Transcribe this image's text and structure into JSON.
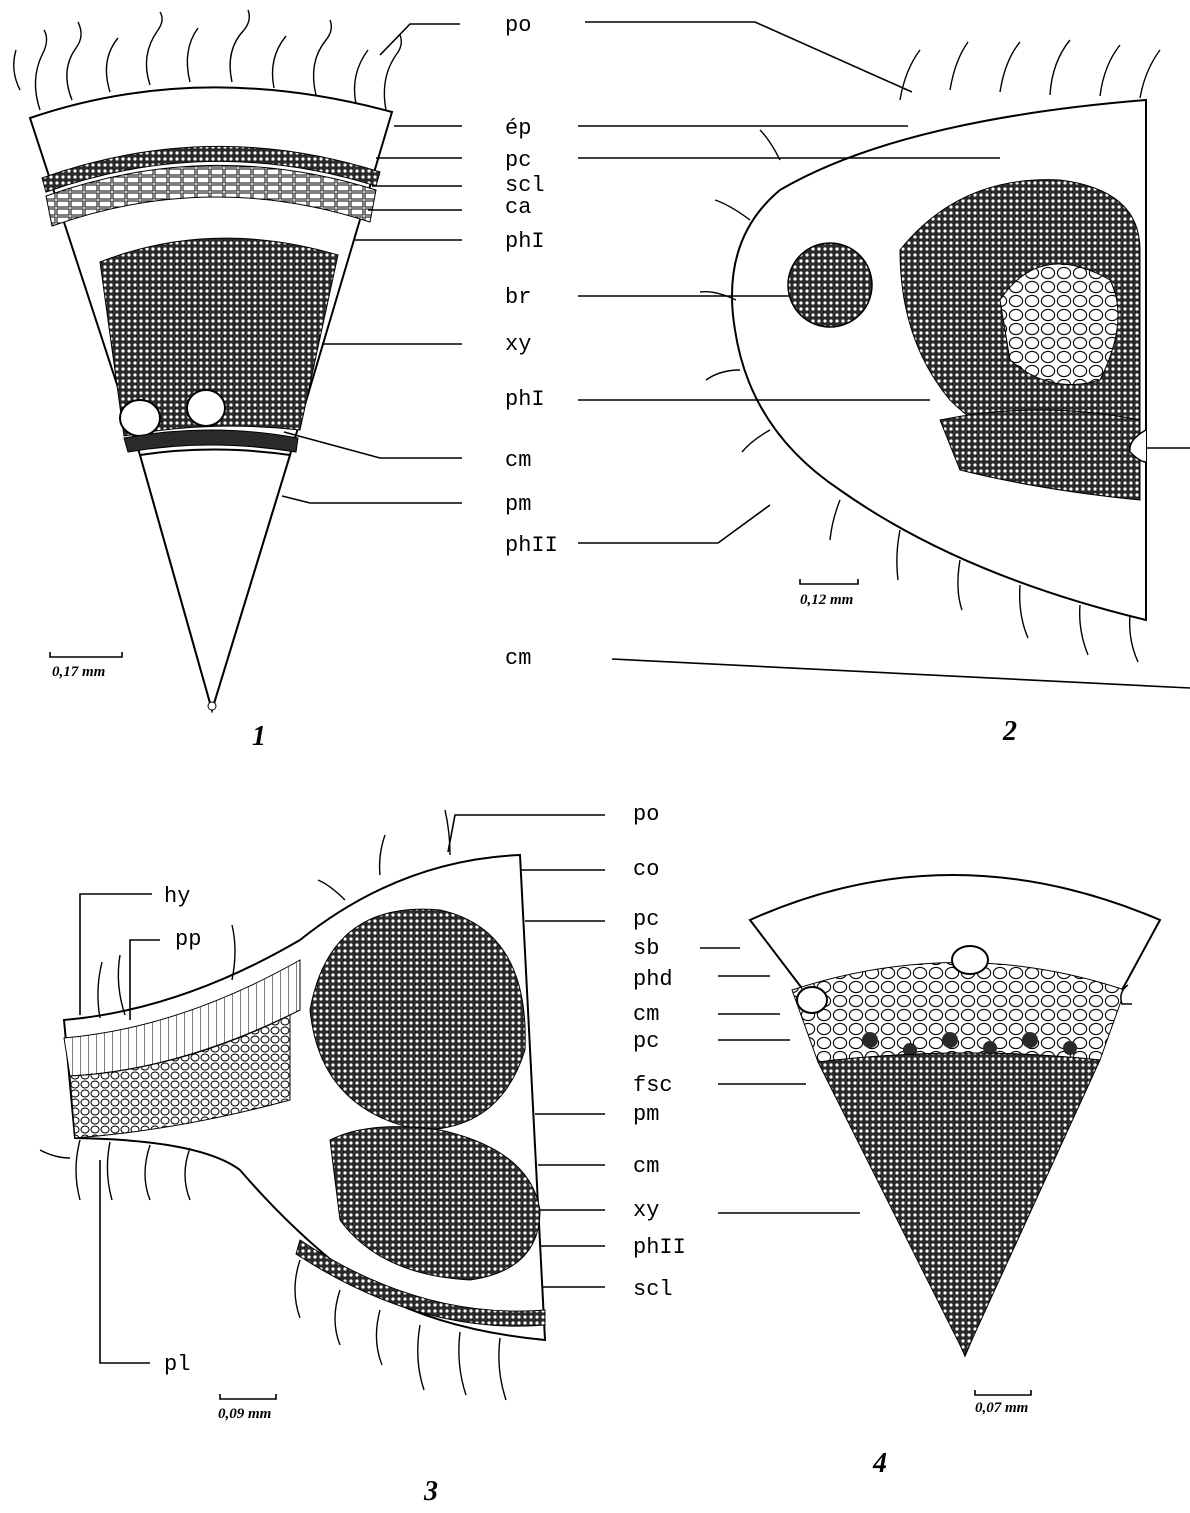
{
  "figures": [
    {
      "number": "1",
      "scale": "0,17 mm",
      "labels": [
        "po",
        "ép",
        "pc",
        "scl",
        "ca",
        "phI",
        "br",
        "xy",
        "phI",
        "cm",
        "pm",
        "phII",
        "cm"
      ]
    },
    {
      "number": "2",
      "scale": "0,12 mm"
    },
    {
      "number": "3",
      "scale": "0,09 mm",
      "labels": [
        "po",
        "co",
        "pc",
        "hy",
        "pp",
        "pm",
        "cm",
        "xy",
        "phII",
        "scl",
        "pl"
      ]
    },
    {
      "number": "4",
      "scale": "0,07 mm",
      "labels": [
        "sb",
        "phd",
        "cm",
        "pc",
        "fsc"
      ]
    }
  ],
  "colors": {
    "ink": "#000000",
    "paper": "#ffffff",
    "tissue_dark": "#2a2a2a"
  }
}
